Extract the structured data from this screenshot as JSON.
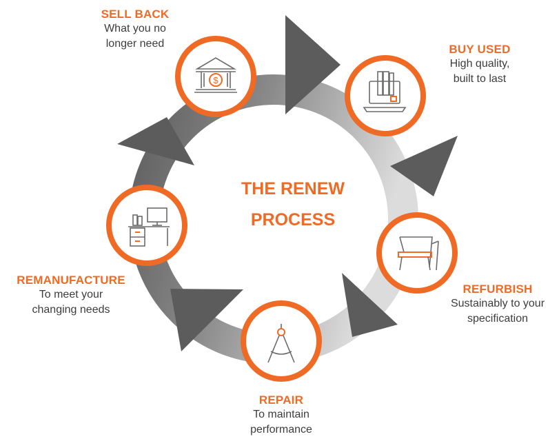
{
  "title": {
    "line1": "THE RENEW",
    "line2": "PROCESS"
  },
  "colors": {
    "accent": "#ef6a24",
    "ring_dark": "#5f5f5f",
    "ring_light": "#d8d8d8",
    "arrow": "#5c5c5c",
    "icon_stroke": "#6b6b6b",
    "text": "#3c3c3c"
  },
  "steps": [
    {
      "title": "SELL BACK",
      "line1": "What you no",
      "line2": "longer need",
      "icon": "bank-dollar-icon"
    },
    {
      "title": "BUY USED",
      "line1": "High quality,",
      "line2": "built to last",
      "icon": "laptop-books-icon"
    },
    {
      "title": "REFURBISH",
      "line1": "Sustainably to your",
      "line2": "specification",
      "icon": "armchair-icon"
    },
    {
      "title": "REPAIR",
      "line1": "To maintain",
      "line2": "performance",
      "icon": "drafting-compass-icon"
    },
    {
      "title": "REMANUFACTURE",
      "line1": "To meet your",
      "line2": "changing needs",
      "icon": "office-desk-icon"
    }
  ]
}
